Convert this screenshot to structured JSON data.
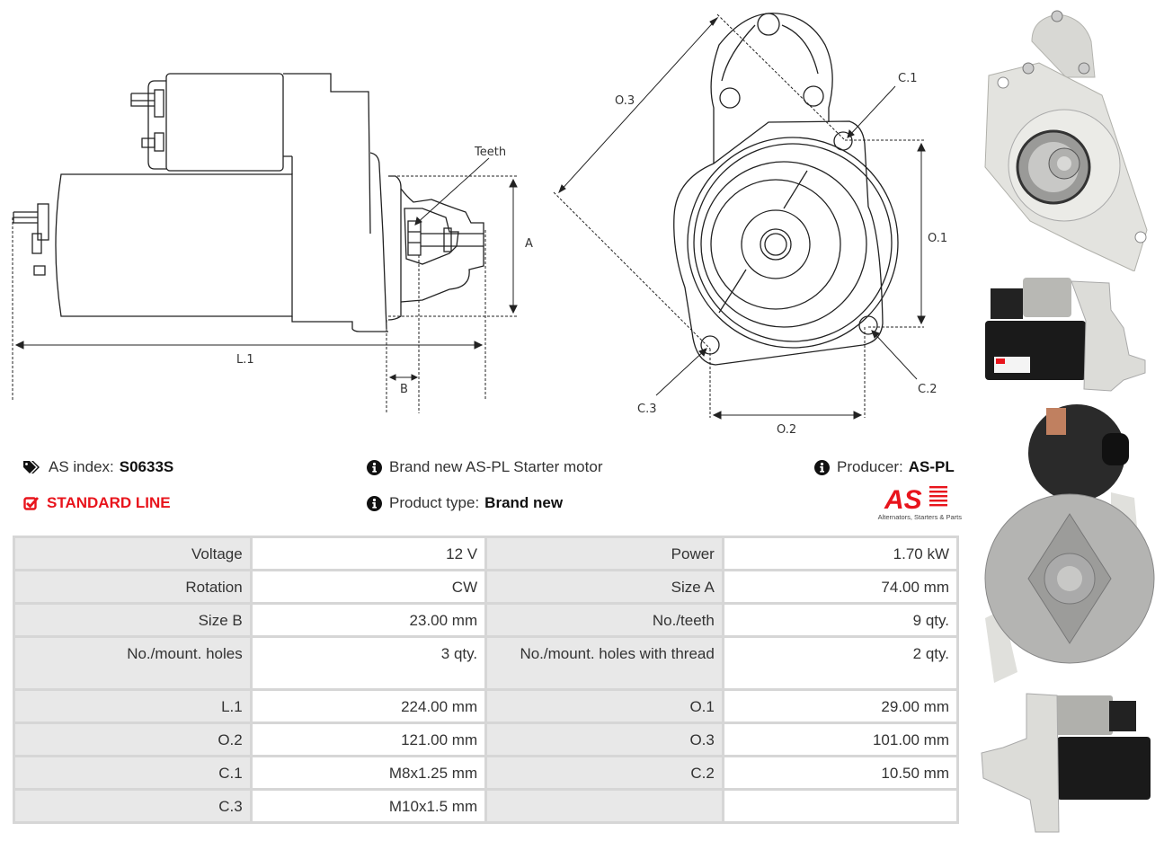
{
  "drawings": {
    "side_view": {
      "labels": {
        "teeth": "Teeth",
        "a": "A",
        "b": "B",
        "l1": "L.1"
      }
    },
    "front_view": {
      "labels": {
        "o1": "O.1",
        "o2": "O.2",
        "o3": "O.3",
        "c1": "C.1",
        "c2": "C.2",
        "c3": "C.3"
      }
    }
  },
  "info": {
    "as_index_label": "AS index:",
    "as_index_value": "S0633S",
    "line_label": "STANDARD LINE",
    "description": "Brand new AS-PL Starter motor",
    "product_type_label": "Product type:",
    "product_type_value": "Brand new",
    "producer_label": "Producer:",
    "producer_value": "AS-PL"
  },
  "logo": {
    "mark": "AS",
    "tagline": "Alternators, Starters & Parts",
    "color": "#e8141c"
  },
  "specs": [
    {
      "k1": "Voltage",
      "v1": "12 V",
      "k2": "Power",
      "v2": "1.70 kW"
    },
    {
      "k1": "Rotation",
      "v1": "CW",
      "k2": "Size A",
      "v2": "74.00 mm"
    },
    {
      "k1": "Size B",
      "v1": "23.00 mm",
      "k2": "No./teeth",
      "v2": "9 qty."
    },
    {
      "k1": "No./mount. holes",
      "v1": "3 qty.",
      "k2": "No./mount. holes with thread",
      "v2": "2 qty."
    },
    {
      "k1": "L.1",
      "v1": "224.00 mm",
      "k2": "O.1",
      "v2": "29.00 mm"
    },
    {
      "k1": "O.2",
      "v1": "121.00 mm",
      "k2": "O.3",
      "v2": "101.00 mm"
    },
    {
      "k1": "C.1",
      "v1": "M8x1.25 mm",
      "k2": "C.2",
      "v2": "10.50 mm"
    },
    {
      "k1": "C.3",
      "v1": "M10x1.5 mm",
      "k2": "",
      "v2": ""
    }
  ],
  "photos": [
    {
      "name": "photo-front-view"
    },
    {
      "name": "photo-side-view-left"
    },
    {
      "name": "photo-rear-view"
    },
    {
      "name": "photo-side-view-right"
    }
  ]
}
